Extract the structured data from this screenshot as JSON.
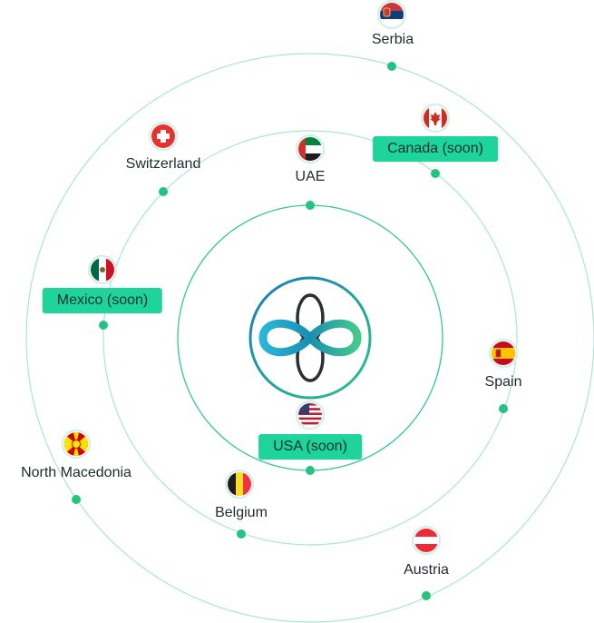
{
  "colors": {
    "ring": "#a7e8cf",
    "dot": "#22c47f",
    "badge": "#1fd49a",
    "text": "#1f2a2e"
  },
  "center": {
    "logo": "infinity-logo-icon"
  },
  "countries": {
    "serbia": {
      "label": "Serbia",
      "icon": "serbia-flag-icon"
    },
    "canada": {
      "label": "Canada (soon)",
      "icon": "canada-flag-icon"
    },
    "switzerland": {
      "label": "Switzerland",
      "icon": "switzerland-flag-icon"
    },
    "uae": {
      "label": "UAE",
      "icon": "uae-flag-icon"
    },
    "mexico": {
      "label": "Mexico (soon)",
      "icon": "mexico-flag-icon"
    },
    "spain": {
      "label": "Spain",
      "icon": "spain-flag-icon"
    },
    "usa": {
      "label": "USA (soon)",
      "icon": "usa-flag-icon"
    },
    "north_macedonia": {
      "label": "North Macedonia",
      "icon": "north-macedonia-flag-icon"
    },
    "belgium": {
      "label": "Belgium",
      "icon": "belgium-flag-icon"
    },
    "austria": {
      "label": "Austria",
      "icon": "austria-flag-icon"
    }
  }
}
